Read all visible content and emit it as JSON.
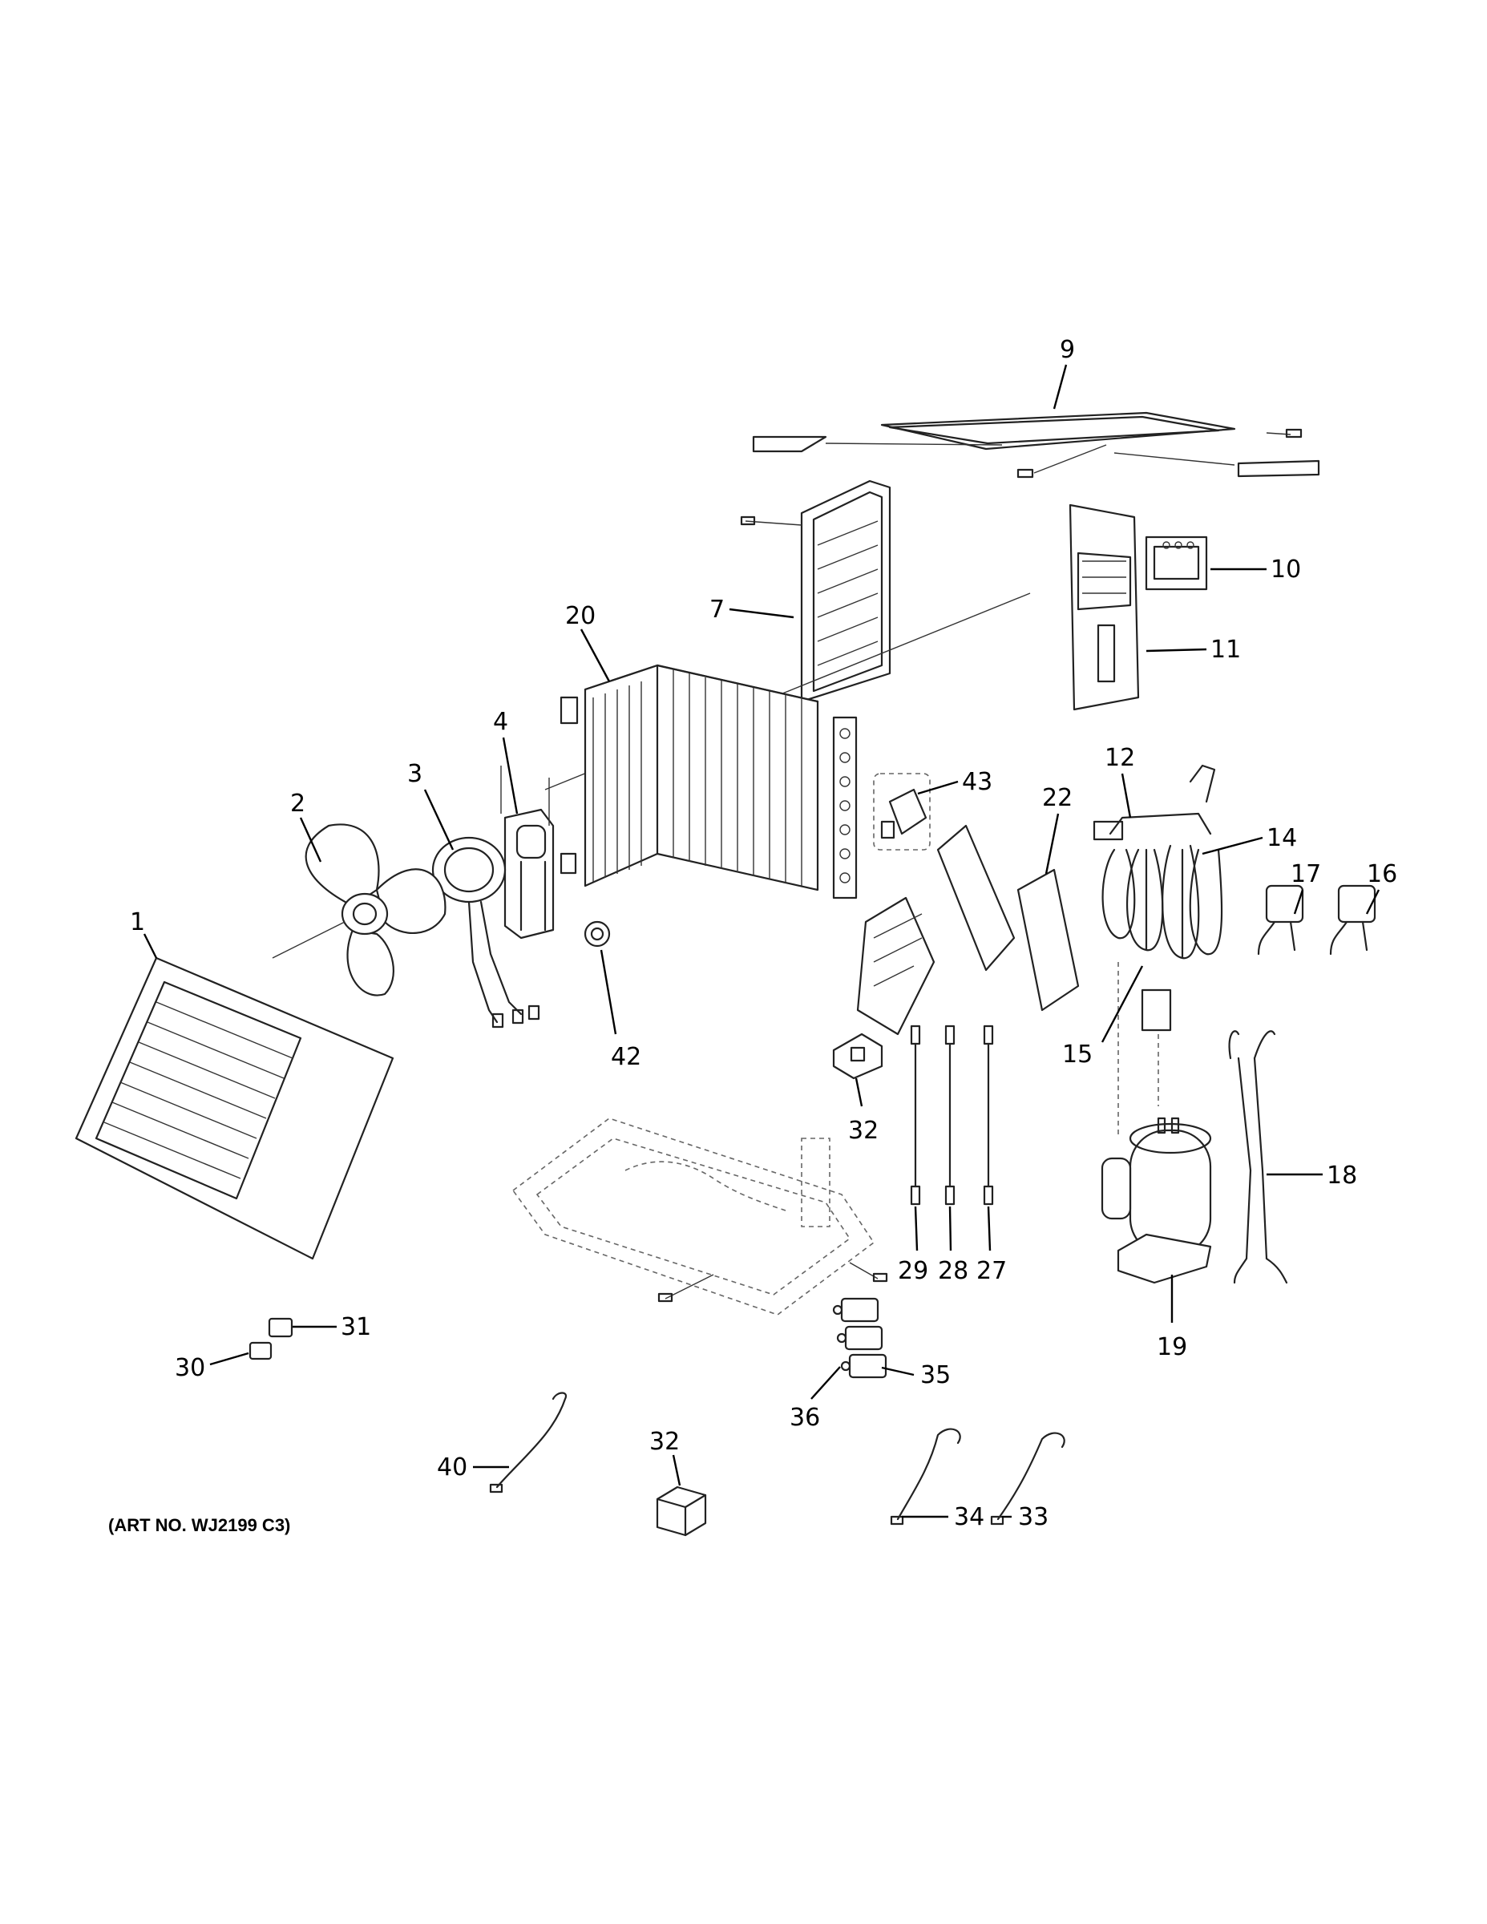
{
  "diagram": {
    "art_number": "(ART NO. WJ2199 C3)",
    "callouts": [
      {
        "id": "c1",
        "label": "1"
      },
      {
        "id": "c2",
        "label": "2"
      },
      {
        "id": "c3",
        "label": "3"
      },
      {
        "id": "c4",
        "label": "4"
      },
      {
        "id": "c7",
        "label": "7"
      },
      {
        "id": "c9",
        "label": "9"
      },
      {
        "id": "c10",
        "label": "10"
      },
      {
        "id": "c11",
        "label": "11"
      },
      {
        "id": "c12",
        "label": "12"
      },
      {
        "id": "c14",
        "label": "14"
      },
      {
        "id": "c15",
        "label": "15"
      },
      {
        "id": "c16",
        "label": "16"
      },
      {
        "id": "c17",
        "label": "17"
      },
      {
        "id": "c18",
        "label": "18"
      },
      {
        "id": "c19",
        "label": "19"
      },
      {
        "id": "c20",
        "label": "20"
      },
      {
        "id": "c22",
        "label": "22"
      },
      {
        "id": "c27",
        "label": "27"
      },
      {
        "id": "c28",
        "label": "28"
      },
      {
        "id": "c29",
        "label": "29"
      },
      {
        "id": "c30",
        "label": "30"
      },
      {
        "id": "c31",
        "label": "31"
      },
      {
        "id": "c32a",
        "label": "32"
      },
      {
        "id": "c32b",
        "label": "32"
      },
      {
        "id": "c33",
        "label": "33"
      },
      {
        "id": "c34",
        "label": "34"
      },
      {
        "id": "c35",
        "label": "35"
      },
      {
        "id": "c36",
        "label": "36"
      },
      {
        "id": "c40",
        "label": "40"
      },
      {
        "id": "c42",
        "label": "42"
      },
      {
        "id": "c43",
        "label": "43"
      }
    ]
  }
}
